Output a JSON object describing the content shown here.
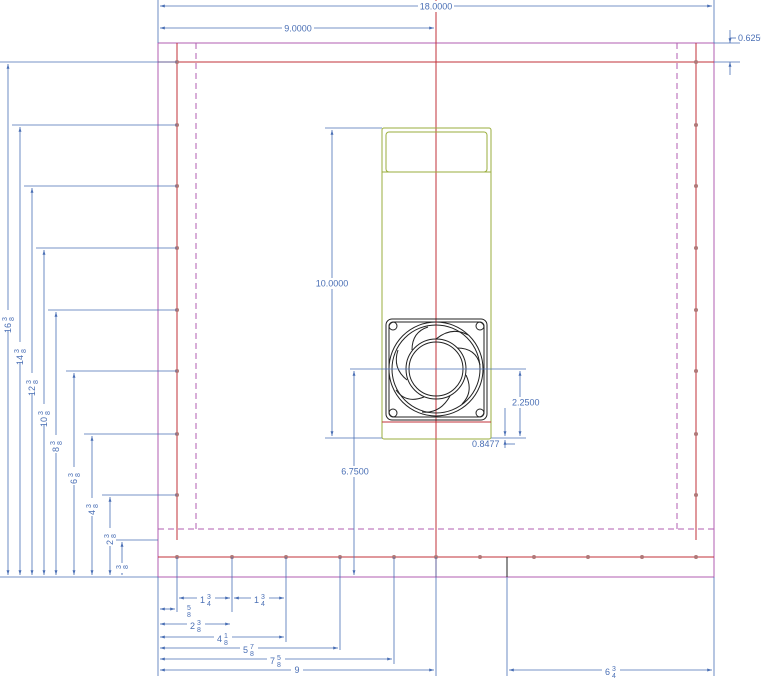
{
  "colors": {
    "dimension": "#4a6fb5",
    "outline": "#b05cb0",
    "cut_line": "#c0303a",
    "fan_mount": "#9aae3c",
    "fan": "#222222",
    "hole": "#b07878"
  },
  "dimensions": {
    "overall_width": "18.0000",
    "half_width": "9.0000",
    "top_offset": "0.6250",
    "mount_height": "10.0000",
    "fan_center_height": "6.7500",
    "fan_offset_y": "2.2500",
    "fan_offset_x": "0.8477"
  },
  "vertical_dims": [
    {
      "whole": "16",
      "num": "3",
      "den": "8"
    },
    {
      "whole": "14",
      "num": "3",
      "den": "8"
    },
    {
      "whole": "12",
      "num": "3",
      "den": "8"
    },
    {
      "whole": "10",
      "num": "3",
      "den": "8"
    },
    {
      "whole": "8",
      "num": "3",
      "den": "8"
    },
    {
      "whole": "6",
      "num": "3",
      "den": "8"
    },
    {
      "whole": "4",
      "num": "3",
      "den": "8"
    },
    {
      "whole": "2",
      "num": "3",
      "den": "8"
    },
    {
      "whole": "",
      "num": "3",
      "den": "8"
    }
  ],
  "horizontal_dims": [
    {
      "whole": "",
      "num": "5",
      "den": "8"
    },
    {
      "whole": "1",
      "num": "3",
      "den": "4"
    },
    {
      "whole": "1",
      "num": "3",
      "den": "4"
    },
    {
      "whole": "2",
      "num": "3",
      "den": "8"
    },
    {
      "whole": "4",
      "num": "1",
      "den": "8"
    },
    {
      "whole": "5",
      "num": "7",
      "den": "8"
    },
    {
      "whole": "7",
      "num": "5",
      "den": "8"
    },
    {
      "whole": "9",
      "num": "",
      "den": ""
    },
    {
      "whole": "6",
      "num": "3",
      "den": "4"
    }
  ]
}
